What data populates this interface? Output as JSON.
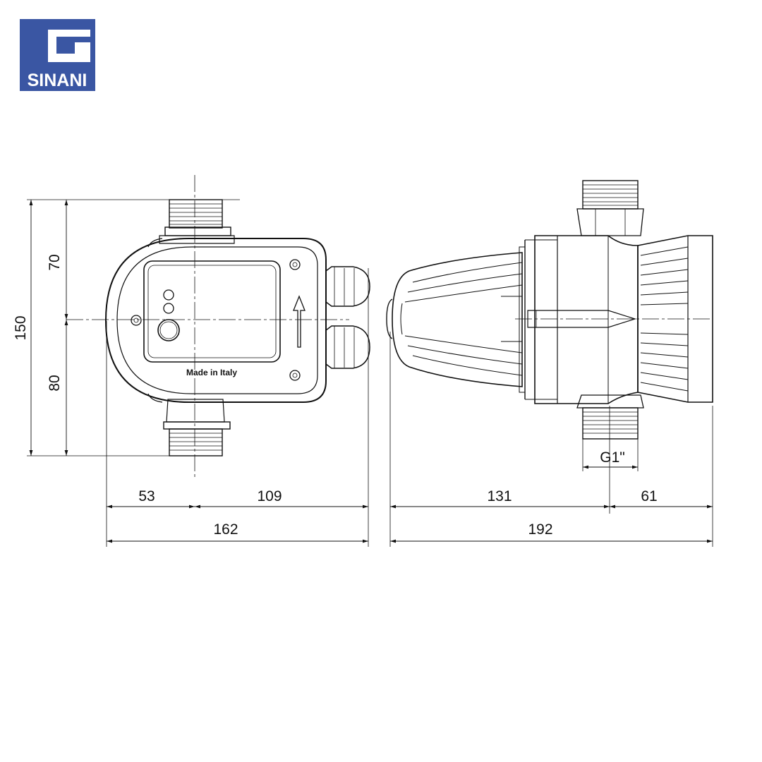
{
  "brand": {
    "name": "SINANI",
    "color": "#3a56a3"
  },
  "front_view": {
    "label_text": "Made in Italy",
    "dims": {
      "height_total": "150",
      "height_upper": "70",
      "height_lower": "80",
      "width_left": "53",
      "width_right": "109",
      "width_total": "162"
    }
  },
  "side_view": {
    "thread": "G1\"",
    "dims": {
      "length_left": "131",
      "length_right": "61",
      "length_total": "192"
    }
  },
  "line_color": "#111111"
}
